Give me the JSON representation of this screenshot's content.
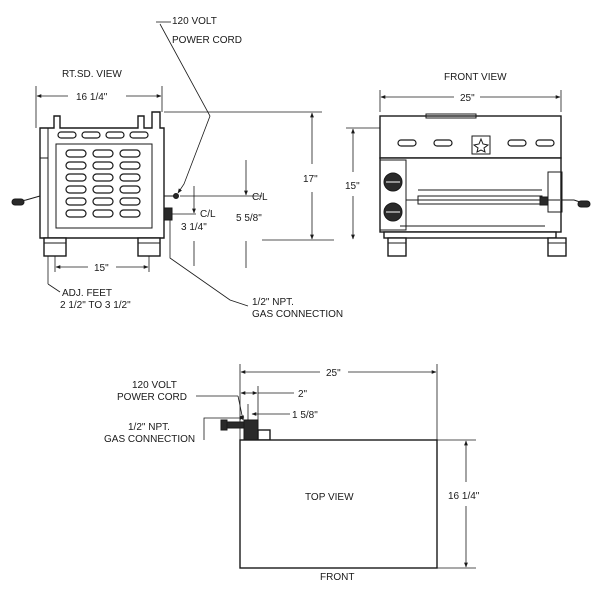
{
  "side_view": {
    "title": "RT.SD. VIEW",
    "width": "16 1/4\"",
    "feet_spacing": "15\"",
    "adj_feet": [
      "ADJ. FEET",
      "2 1/2\" TO 3 1/2\""
    ],
    "power_cord": [
      "120 VOLT",
      "POWER CORD"
    ],
    "height": "17\"",
    "cl_upper": "C/L",
    "cl_lower": "C/L",
    "cl_lower_dim": "3 1/4\"",
    "cl_upper_dim": "5 5/8\"",
    "gas": [
      "1/2\" NPT.",
      "GAS CONNECTION"
    ]
  },
  "front_view": {
    "title": "FRONT VIEW",
    "width": "25\"",
    "height": "15\""
  },
  "top_view": {
    "title": "TOP VIEW",
    "front": "FRONT",
    "width": "25\"",
    "depth": "16 1/4\"",
    "power_cord": [
      "120 VOLT",
      "POWER CORD"
    ],
    "gas": [
      "1/2\" NPT.",
      "GAS CONNECTION"
    ],
    "dim_2": "2\"",
    "dim_1_5_8": "1 5/8\""
  }
}
